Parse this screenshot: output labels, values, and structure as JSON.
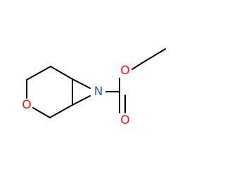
{
  "molecule": {
    "colors": {
      "bond": "#000000",
      "oxygen": "#ff0d0d",
      "nitrogen": "#3050f8"
    },
    "atoms": [
      {
        "id": "ring-oxygen",
        "label": "O",
        "element": "oxygen"
      },
      {
        "id": "aziridine-nitrogen",
        "label": "N",
        "element": "nitrogen"
      },
      {
        "id": "carbonyl-oxygen",
        "label": "O",
        "element": "oxygen"
      },
      {
        "id": "ester-oxygen",
        "label": "O",
        "element": "oxygen"
      }
    ]
  }
}
